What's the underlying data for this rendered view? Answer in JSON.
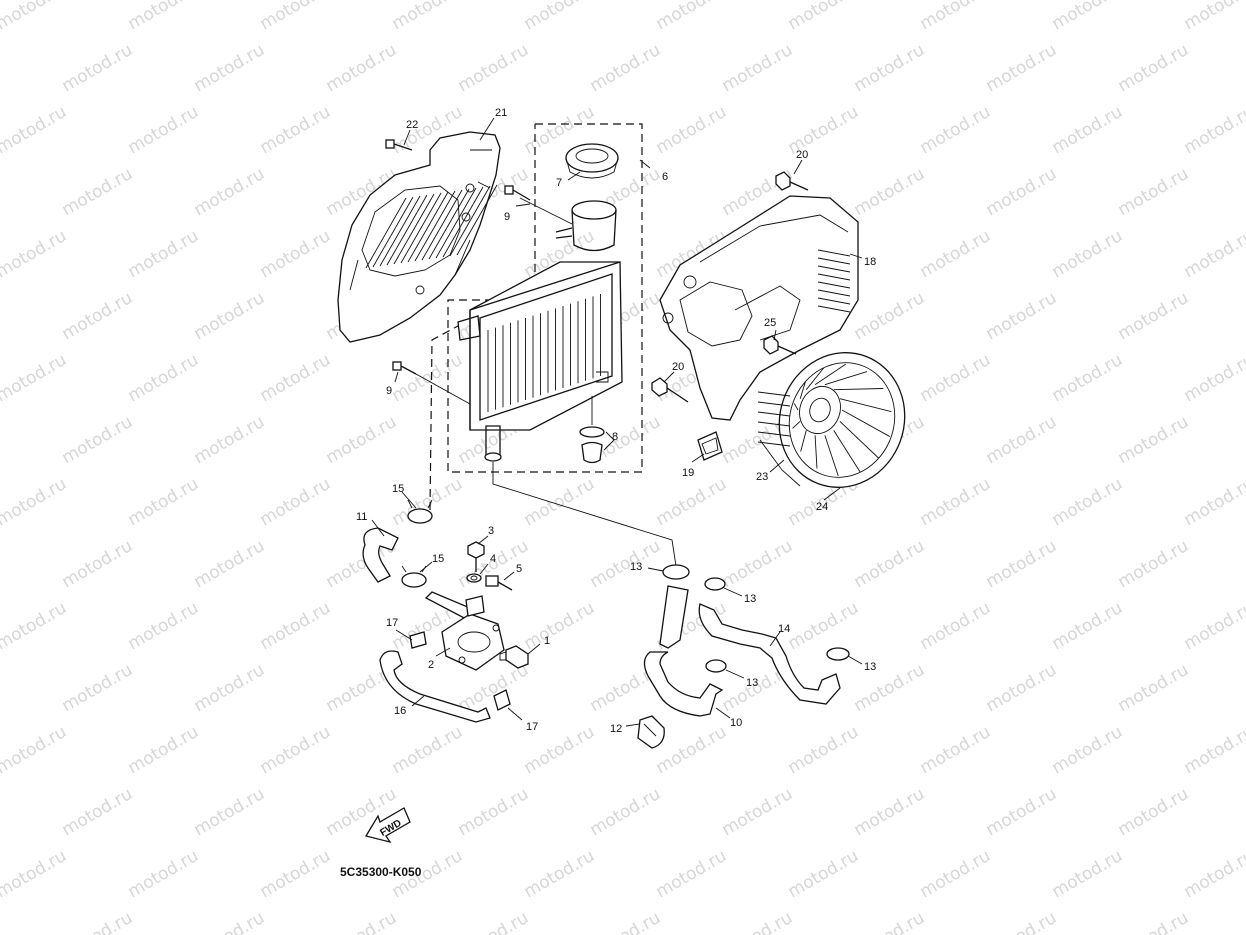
{
  "diagram": {
    "code": "5C35300-K050",
    "fwd_label": "FWD",
    "watermark": "motod.ru",
    "parts": [
      {
        "id": "1",
        "label": "1"
      },
      {
        "id": "2",
        "label": "2"
      },
      {
        "id": "3",
        "label": "3"
      },
      {
        "id": "4",
        "label": "4"
      },
      {
        "id": "5",
        "label": "5"
      },
      {
        "id": "6",
        "label": "6"
      },
      {
        "id": "7",
        "label": "7"
      },
      {
        "id": "8",
        "label": "8"
      },
      {
        "id": "9a",
        "label": "9"
      },
      {
        "id": "9b",
        "label": "9"
      },
      {
        "id": "10",
        "label": "10"
      },
      {
        "id": "11",
        "label": "11"
      },
      {
        "id": "12",
        "label": "12"
      },
      {
        "id": "13a",
        "label": "13"
      },
      {
        "id": "13b",
        "label": "13"
      },
      {
        "id": "13c",
        "label": "13"
      },
      {
        "id": "13d",
        "label": "13"
      },
      {
        "id": "14",
        "label": "14"
      },
      {
        "id": "15a",
        "label": "15"
      },
      {
        "id": "15b",
        "label": "15"
      },
      {
        "id": "16",
        "label": "16"
      },
      {
        "id": "17a",
        "label": "17"
      },
      {
        "id": "17b",
        "label": "17"
      },
      {
        "id": "18",
        "label": "18"
      },
      {
        "id": "19",
        "label": "19"
      },
      {
        "id": "20a",
        "label": "20"
      },
      {
        "id": "20b",
        "label": "20"
      },
      {
        "id": "21",
        "label": "21"
      },
      {
        "id": "22",
        "label": "22"
      },
      {
        "id": "23",
        "label": "23"
      },
      {
        "id": "24",
        "label": "24"
      },
      {
        "id": "25",
        "label": "25"
      }
    ]
  }
}
